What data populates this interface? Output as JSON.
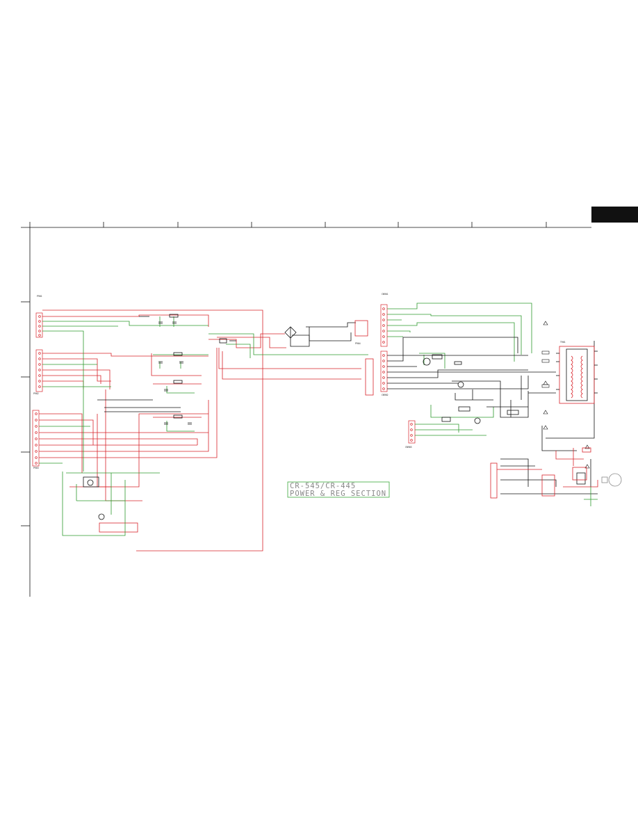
{
  "sheet": {
    "title_line1": "CR-545/CR-445",
    "title_line2": "POWER & REG SECTION"
  },
  "colors": {
    "red_net": "#d8232a",
    "green_net": "#2e9a2e",
    "black_net": "#111111",
    "border": "#111111",
    "title_text": "#888888",
    "title_border": "#3aa83a"
  },
  "connectors": {
    "left_top": "P901",
    "left_mid": "P902",
    "left_bottom": "P903",
    "center_right": "P904",
    "right_top": "CN901",
    "right_mid": "CN902",
    "right_bottom": "CN903",
    "far_right": "T901"
  }
}
